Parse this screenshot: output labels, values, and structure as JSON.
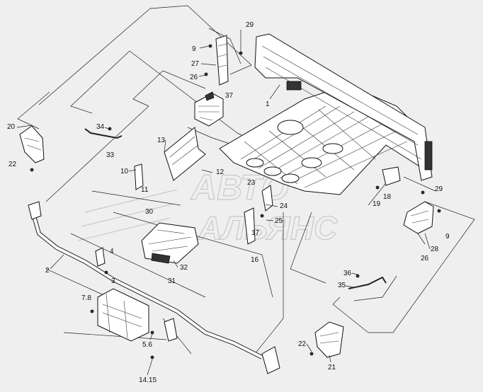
{
  "watermark": {
    "line1": "АВТО",
    "line2": "АЛЬЯНС"
  },
  "callouts": [
    {
      "id": "c29a",
      "text": "29"
    },
    {
      "id": "c9a",
      "text": "9"
    },
    {
      "id": "c27",
      "text": "27"
    },
    {
      "id": "c26a",
      "text": "26"
    },
    {
      "id": "c37",
      "text": "37"
    },
    {
      "id": "c1",
      "text": "1"
    },
    {
      "id": "c20",
      "text": "20"
    },
    {
      "id": "c34",
      "text": "34"
    },
    {
      "id": "c33",
      "text": "33"
    },
    {
      "id": "c22a",
      "text": "22"
    },
    {
      "id": "c13",
      "text": "13"
    },
    {
      "id": "c10",
      "text": "10"
    },
    {
      "id": "c11",
      "text": "11"
    },
    {
      "id": "c12",
      "text": "12"
    },
    {
      "id": "c23",
      "text": "23"
    },
    {
      "id": "c24",
      "text": "24"
    },
    {
      "id": "c18",
      "text": "18"
    },
    {
      "id": "c19",
      "text": "19"
    },
    {
      "id": "c29b",
      "text": "29"
    },
    {
      "id": "c9b",
      "text": "9"
    },
    {
      "id": "c30",
      "text": "30"
    },
    {
      "id": "c25",
      "text": "25"
    },
    {
      "id": "c17",
      "text": "17"
    },
    {
      "id": "c16",
      "text": "16"
    },
    {
      "id": "c28",
      "text": "28"
    },
    {
      "id": "c26b",
      "text": "26"
    },
    {
      "id": "c2",
      "text": "2"
    },
    {
      "id": "c4",
      "text": "4"
    },
    {
      "id": "c32",
      "text": "32"
    },
    {
      "id": "c3",
      "text": "3"
    },
    {
      "id": "c31",
      "text": "31"
    },
    {
      "id": "c36",
      "text": "36"
    },
    {
      "id": "c35",
      "text": "35"
    },
    {
      "id": "c78",
      "text": "7.8"
    },
    {
      "id": "c56",
      "text": "5.6"
    },
    {
      "id": "c1415",
      "text": "14.15"
    },
    {
      "id": "c22b",
      "text": "22"
    },
    {
      "id": "c21",
      "text": "21"
    }
  ]
}
